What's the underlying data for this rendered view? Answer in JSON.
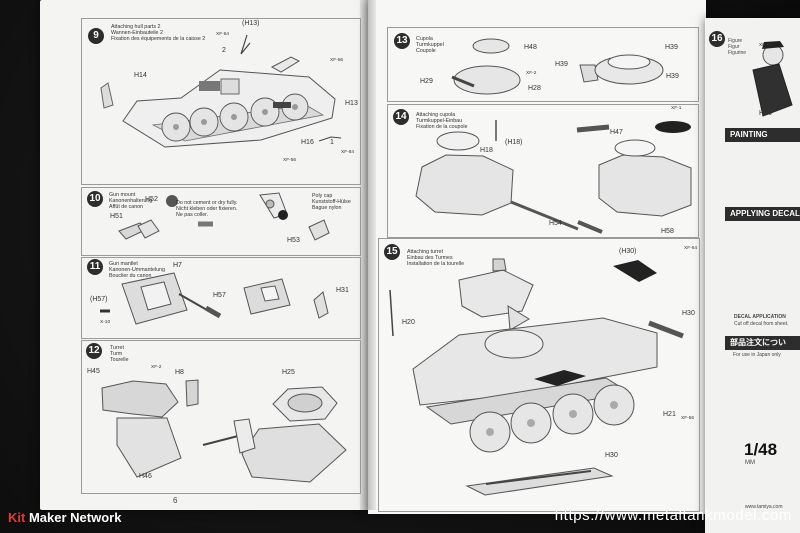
{
  "pages": {
    "left_page_number": "6",
    "far_page": {
      "step_number": "16",
      "header_painting": "PAINTING",
      "header_applying_decal": "APPLYING DECAL",
      "header_decal_application": "DECAL APPLICATION",
      "note_decal": "Cut off decal from sheet.",
      "scale": "1/48",
      "mm_label": "MM",
      "japan_note": "For use in Japan only",
      "top_text": "Figure\nFigur\nFigurine",
      "jp_header": "部品注文につい",
      "h26_label": "H26",
      "xf_labels": [
        "XF-64",
        "XF-56"
      ],
      "tamiya_url": "www.tamiya.com"
    }
  },
  "steps": [
    {
      "number": "9",
      "title": "Attaching hull parts 2\nWannen-Einbauteile 2\nFixation des équipements de la caisse 2",
      "labels": {
        "h13_paren": "(H13)",
        "x64": "XF-64",
        "x56": "XF-56",
        "h14": "H14",
        "h13": "H13",
        "h16": "H16",
        "p1": "1",
        "p2": "2",
        "x84": "XF-84",
        "xf56b": "XF-56"
      }
    },
    {
      "number": "10",
      "title": "Gun mount\nKanonenhalterung\nAffût de canon",
      "labels": {
        "h51": "H51",
        "h52": "H52",
        "h53": "H53",
        "poly": "Poly cap\nKunststoff-Hülse\nBague nylon",
        "note": "Do not cement or dry fully.\nNicht kleben oder fixieren.\nNe pas coller."
      }
    },
    {
      "number": "11",
      "title": "Gun mantlet\nKanonen-Ummantelung\nBouclier du canon",
      "labels": {
        "h7": "H7",
        "h57": "H57",
        "h57paren": "(H57)",
        "h31": "H31",
        "x10": "X-10"
      }
    },
    {
      "number": "12",
      "title": "Turret\nTurm\nTourelle",
      "labels": {
        "h45": "H45",
        "h8": "H8",
        "h25": "H25",
        "h46": "H46",
        "xf2": "XF-2"
      }
    },
    {
      "number": "13",
      "title": "Cupola\nTurmkuppel\nCoupole",
      "labels": {
        "h48": "H48",
        "h39a": "H39",
        "h29": "H29",
        "h28": "H28",
        "h39b": "H39",
        "h39c": "H39",
        "xf2": "XF-2"
      }
    },
    {
      "number": "14",
      "title": "Attaching cupola\nTurmkuppel-Einbau\nFixation de la coupole",
      "labels": {
        "h18paren": "(H18)",
        "h18": "H18",
        "h47": "H47",
        "h54": "H54",
        "h58": "H58",
        "xf1": "XF-1"
      }
    },
    {
      "number": "15",
      "title": "Attaching turret\nEinbau des Turmes\nInstallation de la tourelle",
      "labels": {
        "h30paren": "(H30)",
        "h20": "H20",
        "h30a": "H30",
        "h21": "H21",
        "h30b": "H30",
        "xf56": "XF-56",
        "xf64": "XF-64"
      }
    }
  ],
  "branding": {
    "logo_kit": "Kit",
    "logo_rest": " Maker Network",
    "watermark": "https://www.metaltankmodel.com"
  }
}
